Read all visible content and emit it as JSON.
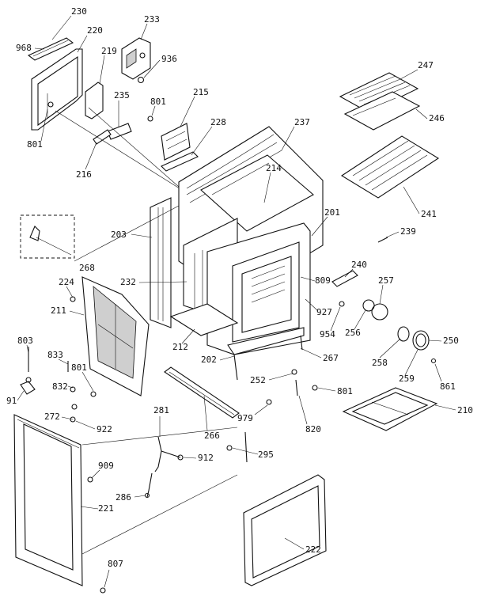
{
  "part_labels": {
    "p230": "230",
    "p968": "968",
    "p220": "220",
    "p233": "233",
    "p219": "219",
    "p936": "936",
    "p801a": "801",
    "p235": "235",
    "p801b": "801",
    "p215": "215",
    "p216": "216",
    "p228": "228",
    "p237": "237",
    "p247": "247",
    "p246": "246",
    "p214": "214",
    "p241": "241",
    "p201": "201",
    "p239": "239",
    "p203": "203",
    "p268": "268",
    "p240": "240",
    "p224": "224",
    "p232": "232",
    "p809": "809",
    "p257": "257",
    "p211": "211",
    "p927": "927",
    "p954": "954",
    "p256": "256",
    "p250": "250",
    "p803": "803",
    "p212": "212",
    "p267": "267",
    "p258": "258",
    "p202": "202",
    "p833": "833",
    "p801c": "801",
    "p259": "259",
    "p861": "861",
    "p252": "252",
    "p801d": "801",
    "p91": "91",
    "p832": "832",
    "p210": "210",
    "p272": "272",
    "p922": "922",
    "p281": "281",
    "p979": "979",
    "p820": "820",
    "p266": "266",
    "p295": "295",
    "p909": "909",
    "p912": "912",
    "p286": "286",
    "p221": "221",
    "p222": "222",
    "p807": "807"
  }
}
